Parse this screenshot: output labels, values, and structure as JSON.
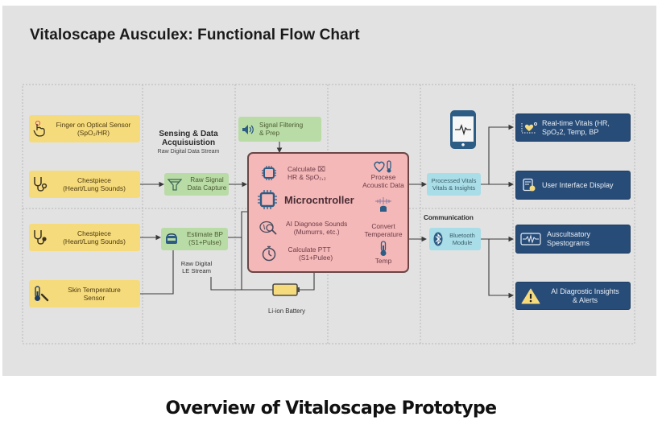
{
  "title": "Vitaloscape Ausculex: Functional Flow Chart",
  "caption": "Overview of Vitaloscape Prototype",
  "colors": {
    "panel_bg": "#e2e2e2",
    "input_box": "#f6db7d",
    "processing_box": "#b9dca7",
    "microcontroller_box": "#f4b8b8",
    "communication_box": "#a9dde7",
    "output_box": "#274c78",
    "wire": "#3a3a3a"
  },
  "inputs": [
    {
      "id": "finger",
      "icon": "finger-touch-icon",
      "line1": "Finger on Optical Sensor",
      "line2": "(SpO₂/HR)"
    },
    {
      "id": "chest1",
      "icon": "stethoscope-icon",
      "line1": "Chestpiece",
      "line2": "(Heart/Lung Sounds)"
    },
    {
      "id": "chest2",
      "icon": "stethoscope-icon",
      "line1": "Chestpiece",
      "line2": "(Heart/Lung Sounds)"
    },
    {
      "id": "skin",
      "icon": "thermometer-icon",
      "line1": "Skin Temperature",
      "line2": "Sensor"
    }
  ],
  "sensing": {
    "heading_line1": "Sensing & Data",
    "heading_line2": "Acquisuistion",
    "subheading": "Raw Digital Data Stream"
  },
  "processing": [
    {
      "id": "filter",
      "icon": "speaker-icon",
      "line1": "Signal Filtering",
      "line2": "& Prep"
    },
    {
      "id": "raw",
      "icon": "funnel-icon",
      "line1": "Raw Signal",
      "line2": "Data Capture"
    },
    {
      "id": "bp",
      "icon": "bp-cuff-icon",
      "line1": "Estimate BP",
      "line2": "(S1+Pulse)"
    }
  ],
  "raw_lf_label": {
    "line1": "Raw Digital",
    "line2": "LE Stream"
  },
  "microcontroller": {
    "title": "Microcntroller",
    "tasks": [
      {
        "id": "calc_hr",
        "icon": "chip-icon",
        "line1": "Calculate ⌧",
        "line2": "HR & SpO₂,₂"
      },
      {
        "id": "ai",
        "icon": "brain-magnifier-icon",
        "line1": "AI Diagnose Sounds",
        "line2": "(Mumurrs, etc.)"
      },
      {
        "id": "ptt",
        "icon": "stopwatch-icon",
        "line1": "Calculate PTT",
        "line2": "(S1+Pulee)"
      }
    ],
    "side": [
      {
        "id": "acoustic",
        "icon": "heart-thermometer-icon",
        "line1": "Procese",
        "line2": "Acoustic Data"
      },
      {
        "id": "convert",
        "icon": "sensor-bell-icon",
        "line1": "Convert",
        "line2": "Temperature"
      },
      {
        "id": "temp",
        "icon": "thermometer-icon",
        "line1": "Temp",
        "line2": ""
      }
    ]
  },
  "battery": {
    "label": "Li-ion Battery",
    "icon": "battery-icon"
  },
  "communication": {
    "heading": "Communication",
    "processed": {
      "line1": "Processed Vitals",
      "line2": "Vitals & Insights"
    },
    "bluetooth": {
      "line1": "Bluetooth",
      "line2": "Module",
      "icon": "bluetooth-icon"
    },
    "phone_icon": "smartphone-ecg-icon"
  },
  "outputs": [
    {
      "id": "vitals",
      "icon": "vitals-monitor-icon",
      "line1": "Real-time Vitals (HR,",
      "line2": "SpO₂2, Temp, BP"
    },
    {
      "id": "ui",
      "icon": "ui-display-icon",
      "line1": "User Interface Display",
      "line2": ""
    },
    {
      "id": "spectro",
      "icon": "waveform-icon",
      "line1": "Auscultsatory",
      "line2": "Spestograms"
    },
    {
      "id": "alerts",
      "icon": "warning-icon",
      "line1": "AI Diagrostic Insights",
      "line2": "& Alerts"
    }
  ]
}
